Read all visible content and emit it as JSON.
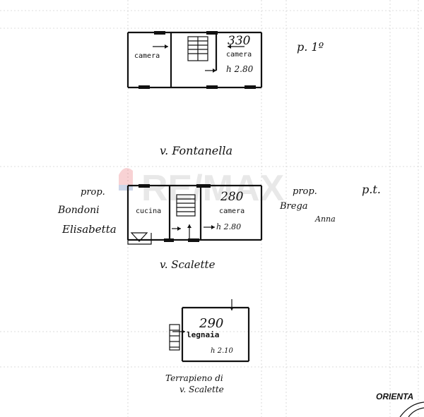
{
  "floors": {
    "first": {
      "level_label": "p. 1º",
      "room_left": "camera",
      "room_right": "camera",
      "area": "330",
      "height": "h 2.80"
    },
    "ground": {
      "level_label": "p.t.",
      "room_left": "cucina",
      "room_right": "camera",
      "area": "280",
      "height": "h 2.80"
    },
    "annex": {
      "room": "legnaia",
      "area": "290",
      "height": "h 2.10"
    }
  },
  "streets": {
    "top": "v. Fontanella",
    "bottom": "v. Scalette",
    "terrapieno_line1": "Terrapieno di",
    "terrapieno_line2": "v. Scalette"
  },
  "neighbors": {
    "left": {
      "prefix": "prop.",
      "name_line1": "Bondoni",
      "name_line2": "Elisabetta"
    },
    "right": {
      "prefix": "prop.",
      "name_line1": "Brega",
      "name_line2": "Anna"
    }
  },
  "orientation_label": "ORIENTA",
  "watermark": "RE/MAX",
  "colors": {
    "ink": "#111111",
    "grid": "#d2d2d2",
    "watermark_red": "#e0353f",
    "watermark_blue": "#1f4aa0"
  }
}
